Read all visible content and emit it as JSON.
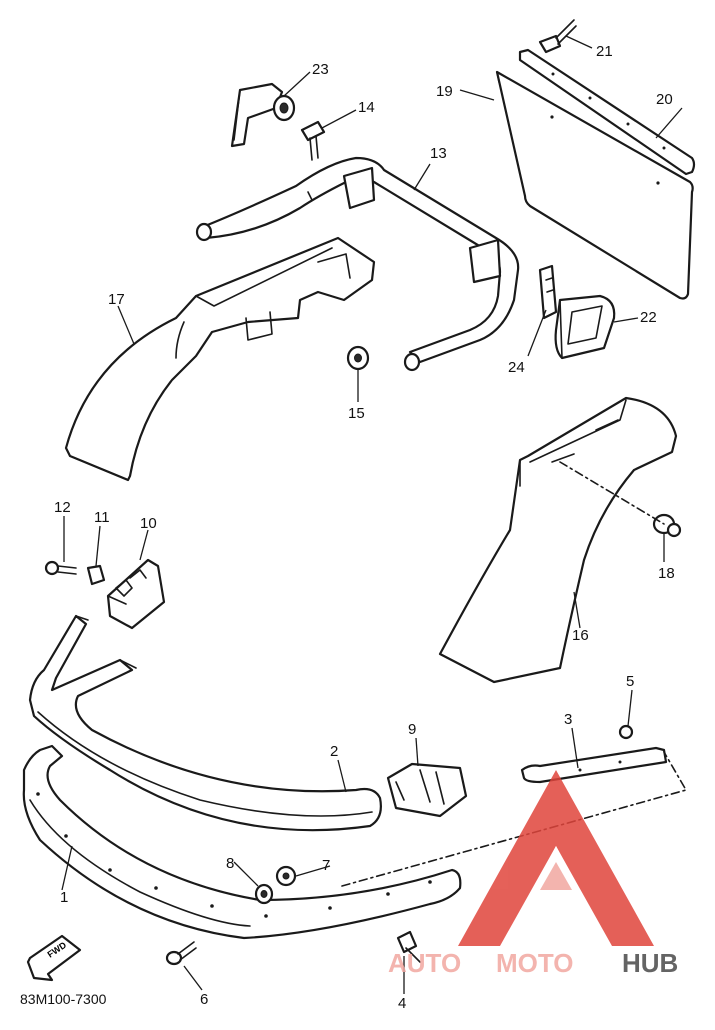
{
  "diagram": {
    "code": "83M100-7300",
    "fwd_label": "FWD",
    "callouts": [
      "1",
      "2",
      "3",
      "4",
      "5",
      "6",
      "7",
      "8",
      "9",
      "10",
      "11",
      "12",
      "13",
      "14",
      "15",
      "16",
      "17",
      "18",
      "19",
      "20",
      "21",
      "22",
      "23",
      "24"
    ]
  },
  "watermark": {
    "brand_a": "AUTO",
    "brand_b": "MOTO",
    "brand_c": "HUB",
    "color_red": "#e0453c",
    "color_light": "#f2a8a0",
    "color_dark": "#4a4a4a"
  }
}
